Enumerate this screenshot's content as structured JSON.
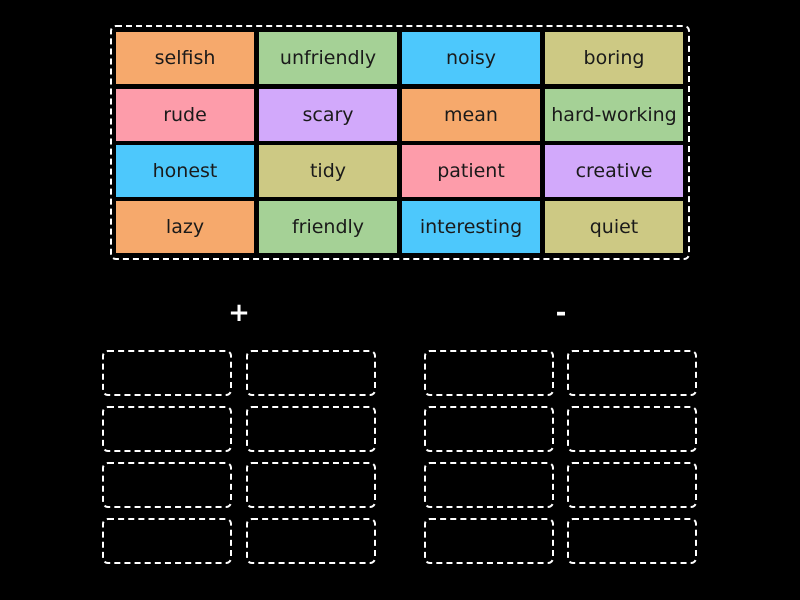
{
  "tiles": [
    {
      "label": "selfish",
      "color": "#f6a96c",
      "row": 0,
      "col": 0
    },
    {
      "label": "unfriendly",
      "color": "#a5d196",
      "row": 0,
      "col": 1
    },
    {
      "label": "noisy",
      "color": "#4dc8fc",
      "row": 0,
      "col": 2
    },
    {
      "label": "boring",
      "color": "#cdc984",
      "row": 0,
      "col": 3
    },
    {
      "label": "rude",
      "color": "#fd9caa",
      "row": 1,
      "col": 0
    },
    {
      "label": "scary",
      "color": "#d2a9fb",
      "row": 1,
      "col": 1
    },
    {
      "label": "mean",
      "color": "#f6a96c",
      "row": 1,
      "col": 2
    },
    {
      "label": "hard-working",
      "color": "#a5d196",
      "row": 1,
      "col": 3
    },
    {
      "label": "honest",
      "color": "#4dc8fc",
      "row": 2,
      "col": 0
    },
    {
      "label": "tidy",
      "color": "#cdc984",
      "row": 2,
      "col": 1
    },
    {
      "label": "patient",
      "color": "#fd9caa",
      "row": 2,
      "col": 2
    },
    {
      "label": "creative",
      "color": "#d2a9fb",
      "row": 2,
      "col": 3
    },
    {
      "label": "lazy",
      "color": "#f6a96c",
      "row": 3,
      "col": 0
    },
    {
      "label": "friendly",
      "color": "#a5d196",
      "row": 3,
      "col": 1
    },
    {
      "label": "interesting",
      "color": "#4dc8fc",
      "row": 3,
      "col": 2
    },
    {
      "label": "quiet",
      "color": "#cdc984",
      "row": 3,
      "col": 3
    }
  ],
  "groups": [
    {
      "heading": "+",
      "zone_count": 8
    },
    {
      "heading": "-",
      "zone_count": 8
    }
  ]
}
